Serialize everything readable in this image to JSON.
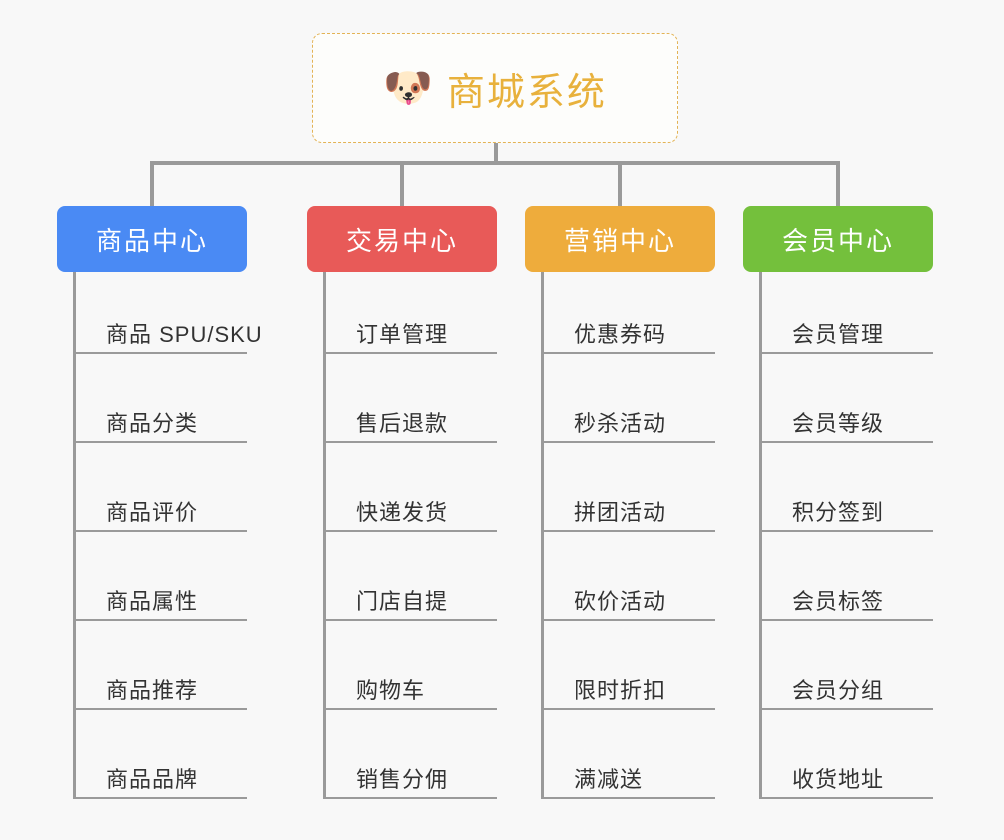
{
  "diagram": {
    "type": "organization-tree",
    "background_color": "#f8f8f8",
    "connector_color": "#9a9a9a",
    "root": {
      "icon": "dog-face-emoji",
      "icon_glyph": "🐶",
      "title": "商城系统",
      "title_color": "#e8b13c",
      "border_color": "#e3b355",
      "background_color": "#fdfdfb"
    },
    "categories": [
      {
        "label": "商品中心",
        "color": "#4a8af4",
        "items": [
          "商品 SPU/SKU",
          "商品分类",
          "商品评价",
          "商品属性",
          "商品推荐",
          "商品品牌"
        ]
      },
      {
        "label": "交易中心",
        "color": "#e85a58",
        "items": [
          "订单管理",
          "售后退款",
          "快递发货",
          "门店自提",
          "购物车",
          "销售分佣"
        ]
      },
      {
        "label": "营销中心",
        "color": "#eeac3c",
        "items": [
          "优惠券码",
          "秒杀活动",
          "拼团活动",
          "砍价活动",
          "限时折扣",
          "满减送"
        ]
      },
      {
        "label": "会员中心",
        "color": "#74c03c",
        "items": [
          "会员管理",
          "会员等级",
          "积分签到",
          "会员标签",
          "会员分组",
          "收货地址"
        ]
      }
    ]
  }
}
